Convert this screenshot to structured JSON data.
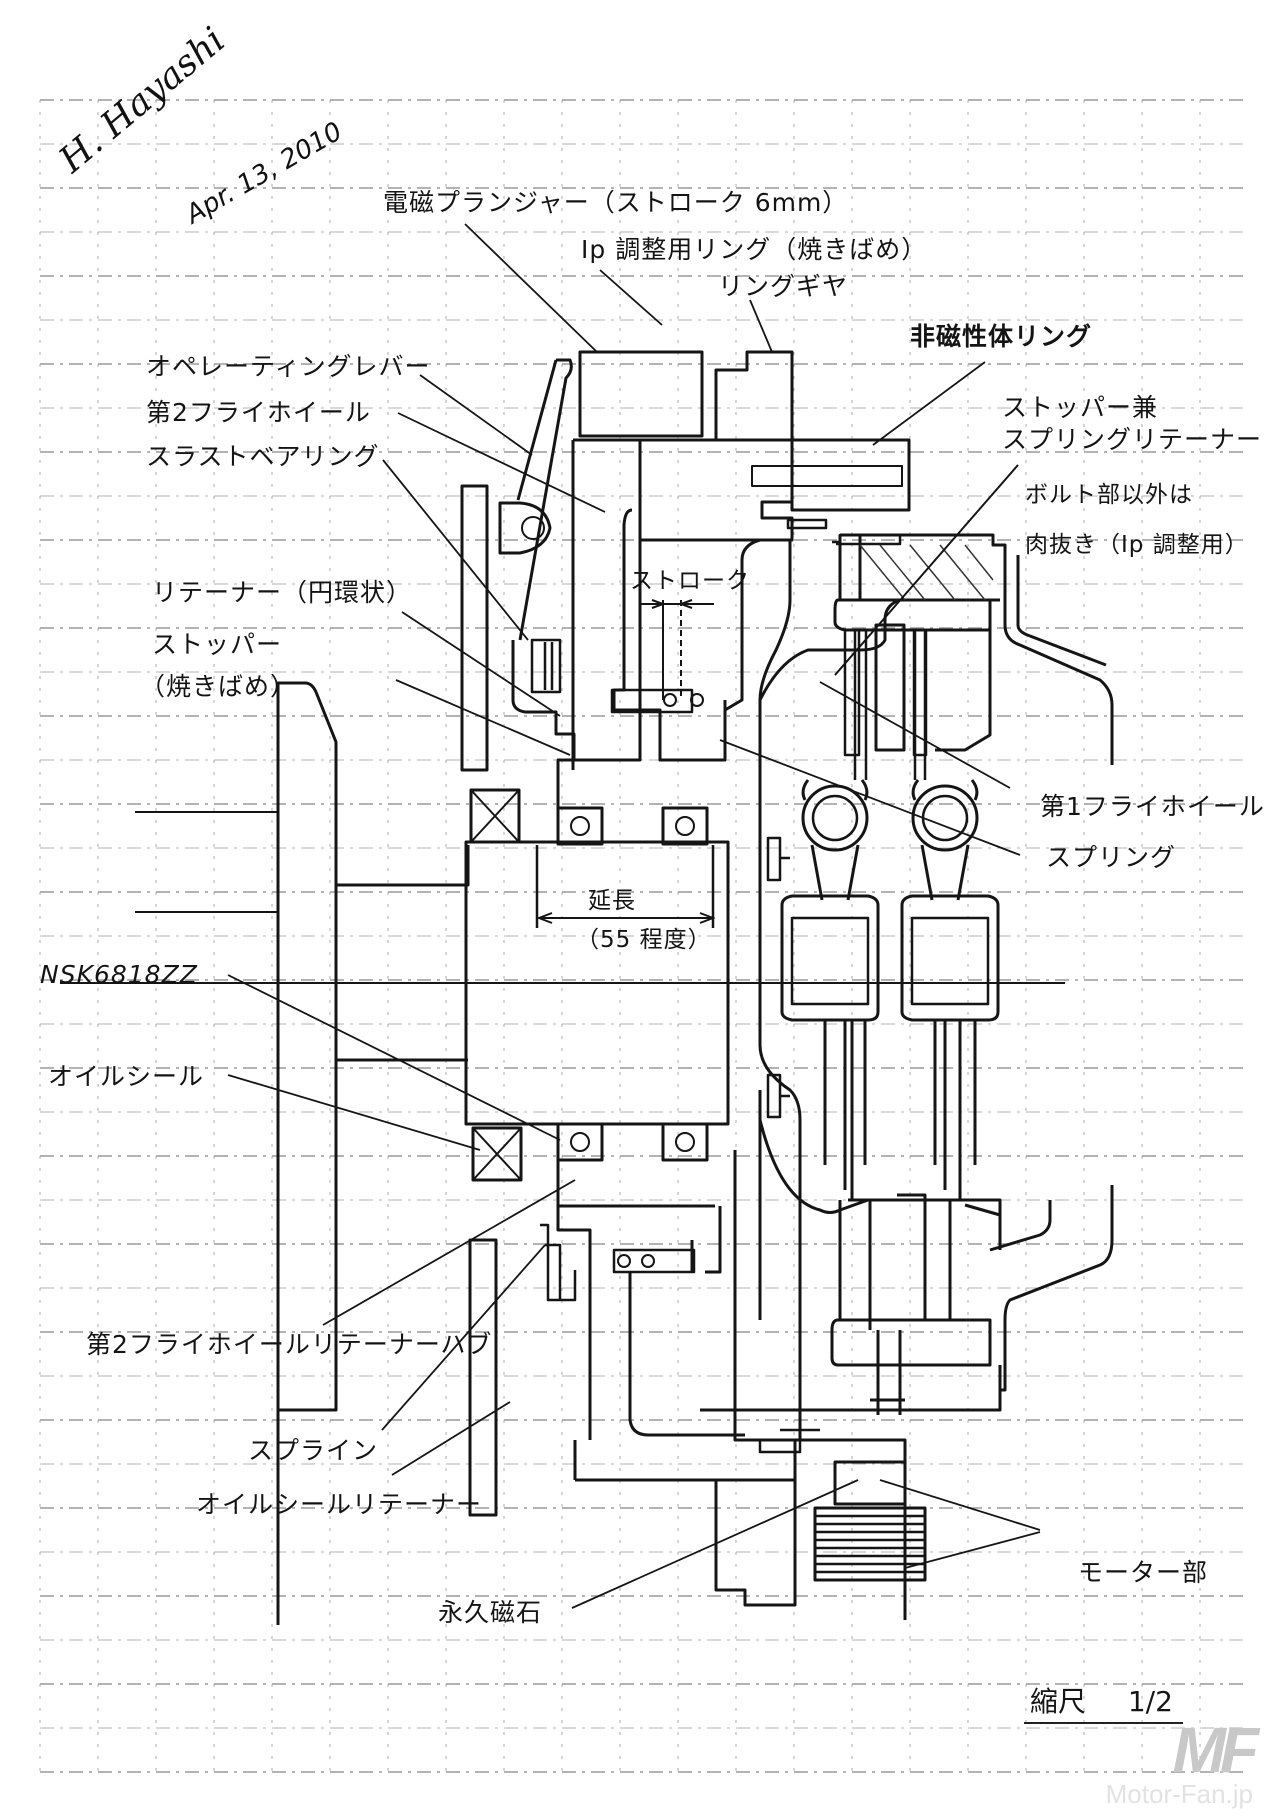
{
  "document": {
    "type": "hand-drafted mechanical section drawing on grid paper",
    "signature": "H. Hayashi",
    "date": "Apr. 13, 2010",
    "scale_label": "縮尺",
    "scale_value": "1/2"
  },
  "labels": {
    "solenoid_plunger": "電磁プランジャー（ストローク 6mm）",
    "ip_adjust_ring": "Ip 調整用リング（焼きばめ）",
    "ring_gear": "リングギヤ",
    "nonmagnetic_ring": "非磁性体リング",
    "stopper_spring_retainer_1": "ストッパー兼",
    "stopper_spring_retainer_2": "スプリングリテーナー",
    "lightening_note_1": "ボルト部以外は",
    "lightening_note_2": "肉抜き（Ip 調整用）",
    "operating_lever": "オペレーティングレバー",
    "second_flywheel": "第2フライホイール",
    "thrust_bearing": "スラストベアリング",
    "retainer_annular": "リテーナー（円環状）",
    "stopper": "ストッパー",
    "stopper_shrinkfit": "（焼きばめ）",
    "stroke": "ストローク",
    "first_flywheel": "第1フライホイール",
    "spring": "スプリング",
    "extension": "延長",
    "extension_amount": "（55 程度）",
    "bearing_model": "NSK6818ZZ",
    "oil_seal": "オイルシール",
    "second_flywheel_retainer_hub": "第2フライホイールリテーナーハブ",
    "spline": "スプライン",
    "oil_seal_retainer": "オイルシールリテーナー",
    "permanent_magnet": "永久磁石",
    "motor_section": "モーター部"
  },
  "watermark": {
    "mark": "MF",
    "text": "Motor-Fan.jp"
  },
  "colors": {
    "ink": "#151515",
    "grid": "#9a9a9a",
    "watermark": "#c8c8c8",
    "paper": "#ffffff"
  }
}
